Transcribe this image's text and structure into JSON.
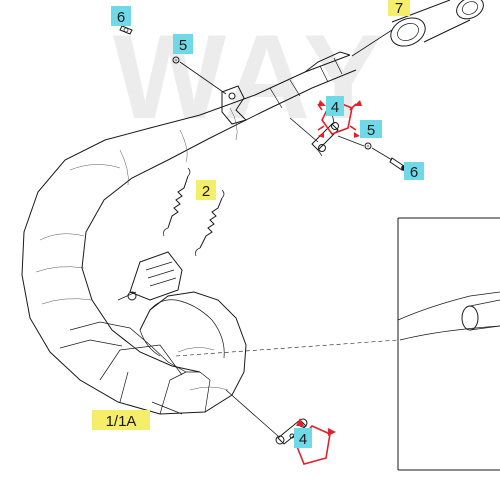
{
  "watermark": "WAY",
  "colors": {
    "badge_cyan": "#6fd9e8",
    "badge_yellow": "#f4ee6a",
    "highlight_red": "#e0232b",
    "line": "#1a1a1a",
    "watermark": "#e8e8e8"
  },
  "callouts": {
    "c6_top": "6",
    "c5_top": "5",
    "c7": "7",
    "c4_top": "4",
    "c5_mid": "5",
    "c6_mid": "6",
    "c2": "2",
    "c1_1a": "1/1A",
    "c4_bottom": "4"
  }
}
